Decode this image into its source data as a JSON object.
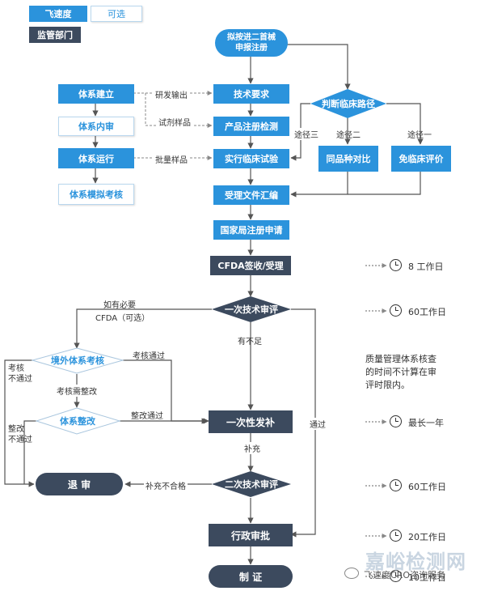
{
  "legend": {
    "fast": "飞速度",
    "optional": "可选",
    "regulator": "监管部门"
  },
  "colors": {
    "blue": "#2b93dc",
    "dark": "#3c4a5e",
    "outline_border": "#b9d7ee",
    "line": "#555555"
  },
  "nodes": {
    "start": "拟按进二首械\n申报注册",
    "tech_req": "技术要求",
    "product_test": "产品注册检测",
    "clinical_trial": "实行临床试验",
    "file_compile": "受理文件汇编",
    "sfda_apply": "国家局注册申请",
    "cfda_accept": "CFDA签收/受理",
    "first_review": "一次技术审评",
    "one_time_supplement": "一次性发补",
    "second_review": "二次技术审评",
    "admin_approval": "行政审批",
    "certificate": "制 证",
    "reject": "退 审",
    "system_build": "体系建立",
    "system_internal_audit": "体系内审",
    "system_operation": "体系运行",
    "system_mock_audit": "体系模拟考核",
    "judge_path": "判断临床路径",
    "same_compare": "同品种对比",
    "exempt_eval": "免临床评价",
    "overseas_audit": "境外体系考核",
    "system_rectify": "体系整改"
  },
  "labels": {
    "rd_output": "研发输出",
    "test_sample": "试剂样品",
    "batch_sample": "批量样品",
    "path3": "途径三",
    "path2": "途径二",
    "path1": "途径一",
    "if_needed": "如有必要",
    "cfda_optional": "CFDA（可选）",
    "insufficient": "有不足",
    "audit_pass": "考核通过",
    "audit_fail": "考核\n不通过",
    "needs_rectify": "考核需整改",
    "rectify_pass": "整改通过",
    "rectify_fail": "整改\n不通过",
    "pass": "通过",
    "supplement": "补充",
    "supplement_fail": "补充不合格"
  },
  "timeline": [
    "8 工作日",
    "60工作日",
    "最长一年",
    "60工作日",
    "20工作日",
    "10工作日"
  ],
  "note": "质量管理体系核查\n的时间不计算在审\n评时限内。",
  "watermark": {
    "main": "嘉峪检测网",
    "sub": "飞速度CRO咨询服务"
  }
}
